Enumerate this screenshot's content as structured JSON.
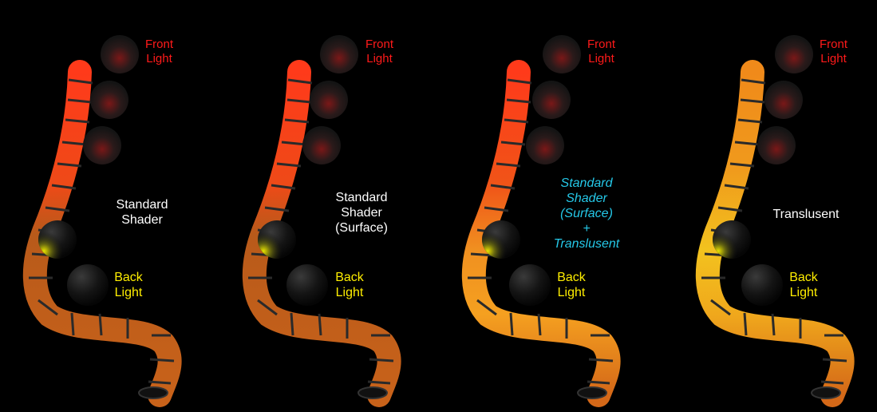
{
  "panels": [
    {
      "shader_lines": [
        "Standard",
        "Shader"
      ],
      "shader_style": "white",
      "front_light": [
        "Front",
        "Light"
      ],
      "back_light": [
        "Back",
        "Light"
      ]
    },
    {
      "shader_lines": [
        "Standard",
        "Shader",
        "(Surface)"
      ],
      "shader_style": "white",
      "front_light": [
        "Front",
        "Light"
      ],
      "back_light": [
        "Back",
        "Light"
      ]
    },
    {
      "shader_lines": [
        "Standard",
        "Shader",
        "(Surface)",
        "+",
        "Translusent"
      ],
      "shader_style": "cyan",
      "front_light": [
        "Front",
        "Light"
      ],
      "back_light": [
        "Back",
        "Light"
      ]
    },
    {
      "shader_lines": [
        "Translusent"
      ],
      "shader_style": "white",
      "front_light": [
        "Front",
        "Light"
      ],
      "back_light": [
        "Back",
        "Light"
      ]
    }
  ],
  "colors": {
    "background": "#000000",
    "front_light_label": "#ff1a1a",
    "back_light_label": "#ffee00",
    "shader_label": "#ffffff",
    "shader_label_accent": "#25c8e8"
  }
}
